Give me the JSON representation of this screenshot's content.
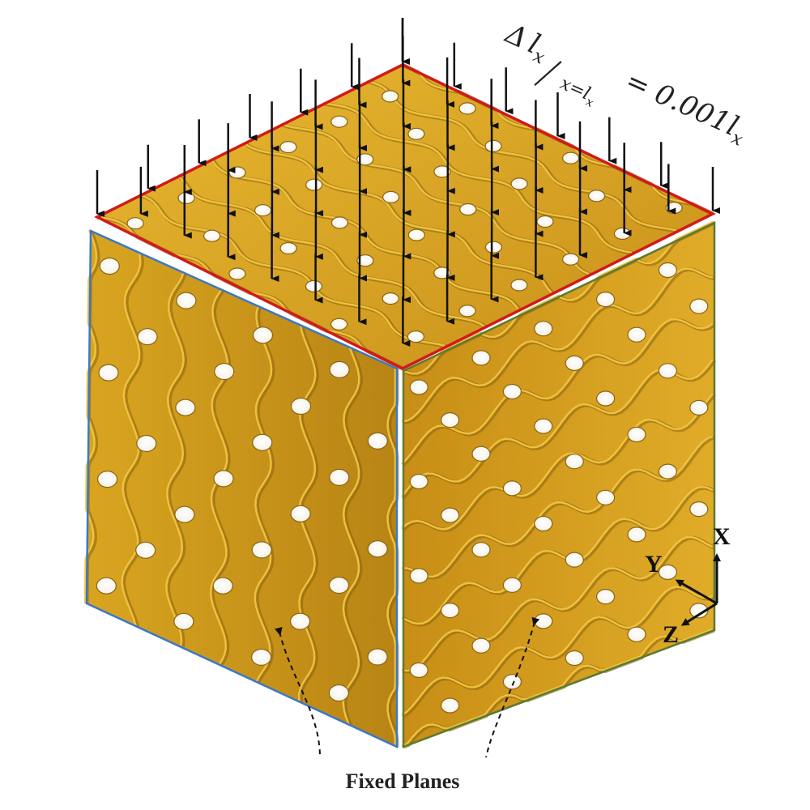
{
  "annotation": {
    "delta_symbol": "Δ",
    "l_symbol": "l",
    "x_subscript": "x",
    "eval_subscript": "x=l",
    "eval_sub_sub": "x",
    "rhs": "= 0.001l",
    "rhs_subscript": "x"
  },
  "axes": {
    "x_label": "X",
    "y_label": "Y",
    "z_label": "Z"
  },
  "fixed_label": "Fixed Planes",
  "colors": {
    "lattice_gold": "#d9a520",
    "lattice_highlight": "#f5c842",
    "lattice_shadow": "#8a6410",
    "top_face_outline": "#d11a1a",
    "left_face_outline": "#3a78c8",
    "right_face_outline": "#5c7a2e",
    "arrow": "#111111"
  },
  "icons": {
    "load_arrow": "down-arrow-icon",
    "axis_triad": "axis-triad-icon"
  }
}
